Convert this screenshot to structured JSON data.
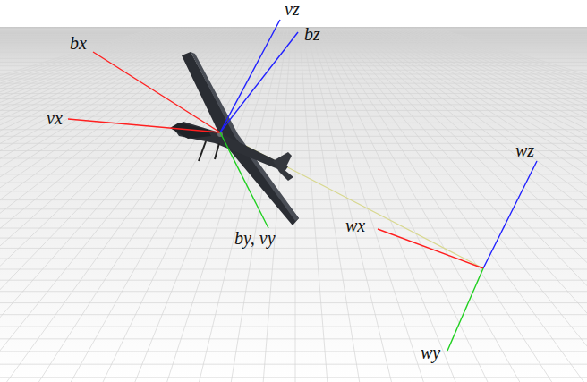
{
  "diagram": {
    "labels": [
      "vz",
      "bz",
      "bx",
      "vx",
      "by, vy",
      "wx",
      "wz",
      "wy"
    ]
  }
}
